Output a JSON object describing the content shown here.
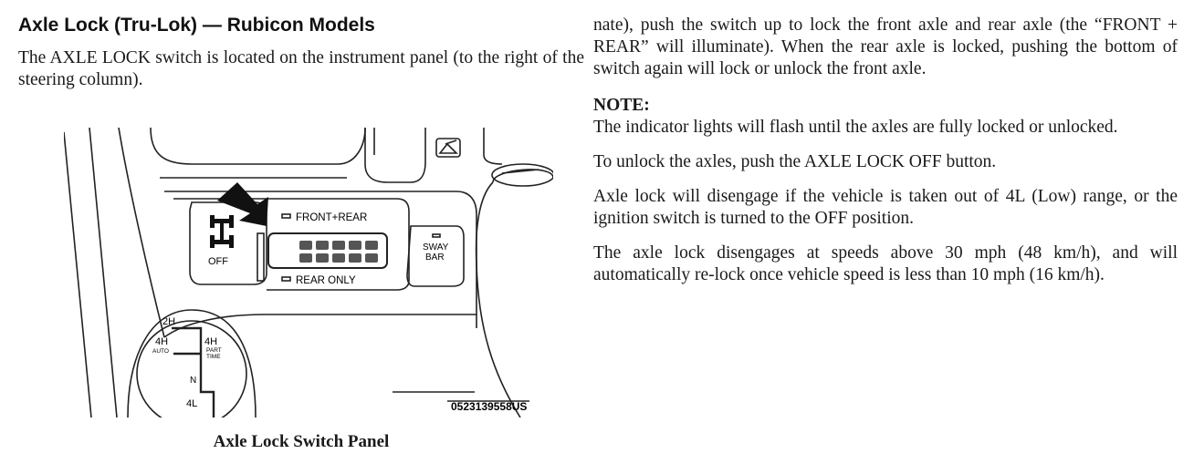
{
  "left": {
    "heading": "Axle Lock (Tru-Lok) — Rubicon Models",
    "intro": "The AXLE LOCK switch is located on the instrument panel (to the right of the steering column).",
    "figure": {
      "label_front_rear": "FRONT+REAR",
      "label_rear_only": "REAR ONLY",
      "label_off": "OFF",
      "label_sway": "SWAY",
      "label_bar": "BAR",
      "shifter_2h": "2H",
      "shifter_4h_auto": "4H",
      "shifter_auto": "AUTO",
      "shifter_4h_part": "4H",
      "shifter_part": "PART",
      "shifter_time": "TIME",
      "shifter_n": "N",
      "shifter_4l": "4L",
      "part_number": "0523139558US"
    },
    "caption": "Axle Lock Switch Panel"
  },
  "right": {
    "para1": "nate), push the switch up to lock the front axle and rear axle (the “FRONT + REAR” will illuminate). When the rear axle is locked, pushing the bottom of switch again will lock or unlock the front axle.",
    "note_title": "NOTE:",
    "note_text": "The indicator lights will flash until the axles are fully locked or unlocked.",
    "para2": "To unlock the axles, push the AXLE LOCK OFF button.",
    "para3": "Axle lock will disengage if the vehicle is taken out of 4L (Low) range, or the ignition switch is turned to the OFF position.",
    "para4": "The axle lock disengages at speeds above 30 mph (48 km/h), and will automatically re-lock once vehicle speed is less than 10 mph (16 km/h)."
  }
}
